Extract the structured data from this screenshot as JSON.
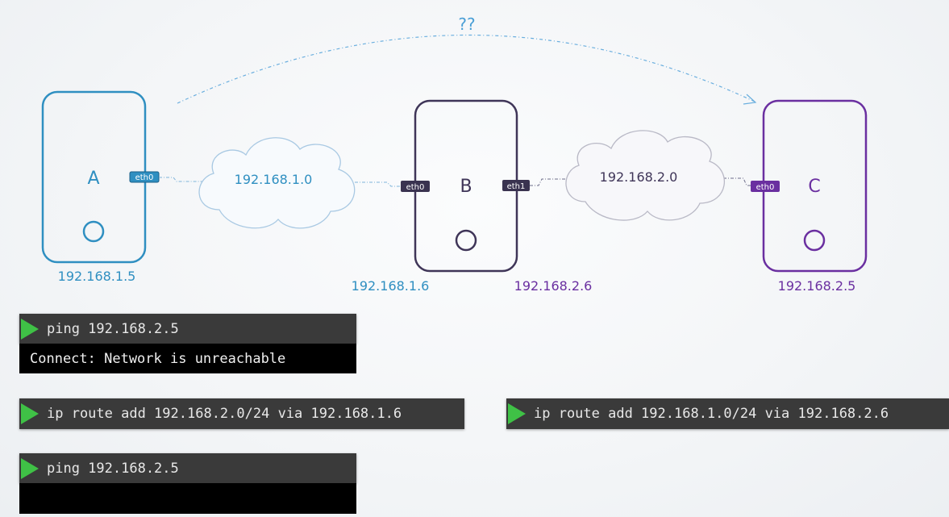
{
  "diagram": {
    "question_mark": "??",
    "hosts": [
      {
        "name": "A",
        "color": "#2f8fc1"
      },
      {
        "name": "B",
        "color": "#3f3558"
      },
      {
        "name": "C",
        "color": "#6a2fa0"
      }
    ],
    "interfaces": {
      "a_eth0": "eth0",
      "b_eth0": "eth0",
      "b_eth1": "eth1",
      "c_eth0": "eth0"
    },
    "networks": [
      "192.168.1.0",
      "192.168.2.0"
    ],
    "ip_labels": {
      "a": "192.168.1.5",
      "b_eth0": "192.168.1.6",
      "b_eth1": "192.168.2.6",
      "c": "192.168.2.5"
    },
    "colors": {
      "blue": "#2f8fc1",
      "dark": "#3f3558",
      "purple": "#6a2fa0",
      "cloud_blue": "#a9c9e3",
      "cloud_grey": "#b9b9c6"
    }
  },
  "terminals": {
    "ping1": {
      "command": "ping 192.168.2.5",
      "output": "Connect: Network is unreachable"
    },
    "route_a": {
      "command": "ip route add 192.168.2.0/24 via 192.168.1.6"
    },
    "route_c": {
      "command": "ip route add 192.168.1.0/24 via 192.168.2.6"
    },
    "ping2": {
      "command": "ping 192.168.2.5",
      "output": ""
    }
  }
}
